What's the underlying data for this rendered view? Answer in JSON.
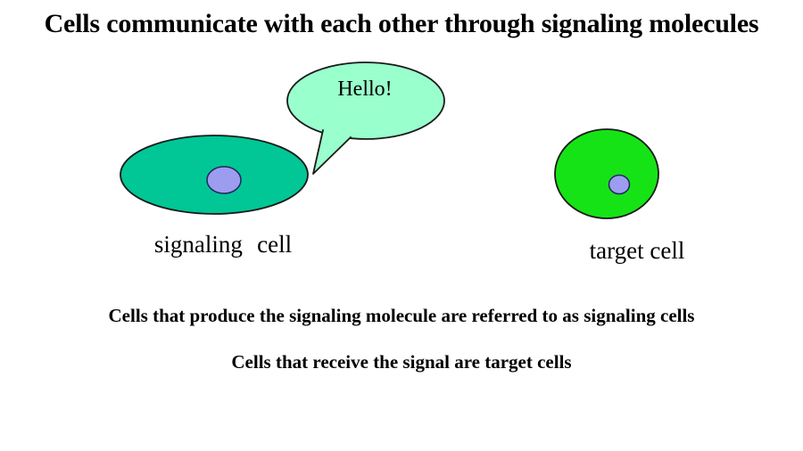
{
  "slide": {
    "title": "Cells communicate with each other through signaling molecules",
    "bubble": {
      "text": "Hello!"
    },
    "signaling_cell": {
      "label": "signaling cell"
    },
    "target_cell": {
      "label": "target cell"
    },
    "notes": [
      "Cells that produce the signaling molecule are referred to as signaling cells",
      "Cells that receive the signal are target cells"
    ]
  },
  "colors": {
    "background": "#ffffff",
    "bubble_fill": "#99ffcc",
    "signaling_cell_fill": "#00c795",
    "target_cell_fill": "#16e316",
    "nucleus_fill": "#9d9def",
    "outline": "#1a1a1a",
    "nucleus_outline": "#252560",
    "text": "#000000"
  }
}
